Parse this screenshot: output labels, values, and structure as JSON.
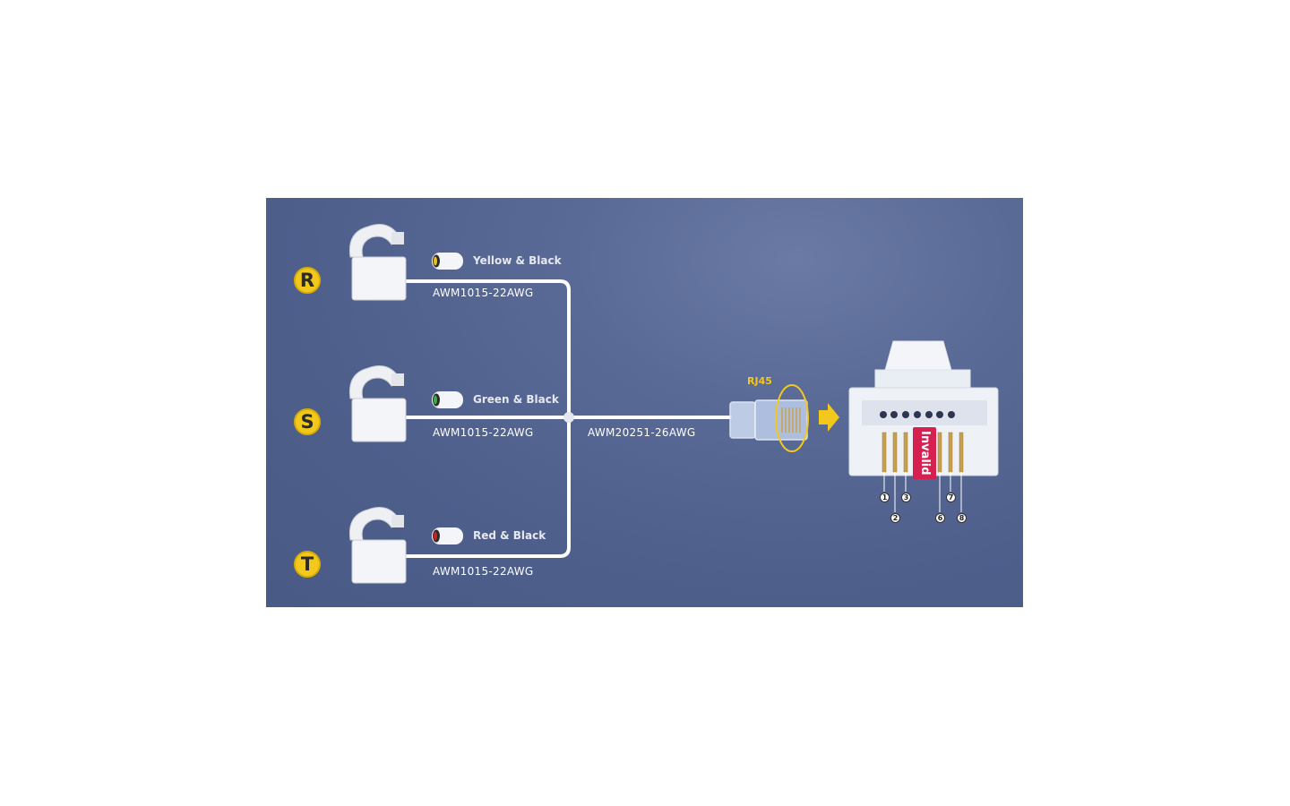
{
  "phases": [
    {
      "letter": "R",
      "wire_colors": "Yellow & Black",
      "cable": "AWM1015-22AWG",
      "stripe": "#e8c21a"
    },
    {
      "letter": "S",
      "wire_colors": "Green & Black",
      "cable": "AWM1015-22AWG",
      "stripe": "#3fae49"
    },
    {
      "letter": "T",
      "wire_colors": "Red & Black",
      "cable": "AWM1015-22AWG",
      "stripe": "#c8202a"
    }
  ],
  "trunk_cable": "AWM20251-26AWG",
  "connector": {
    "label": "RJ45",
    "status": "Invalid",
    "pins": [
      "1",
      "2",
      "3",
      "6",
      "7",
      "8"
    ]
  },
  "colors": {
    "background": "#52628f",
    "accent": "#f2c81c",
    "invalid": "#d6204f",
    "wire": "#ffffff"
  }
}
